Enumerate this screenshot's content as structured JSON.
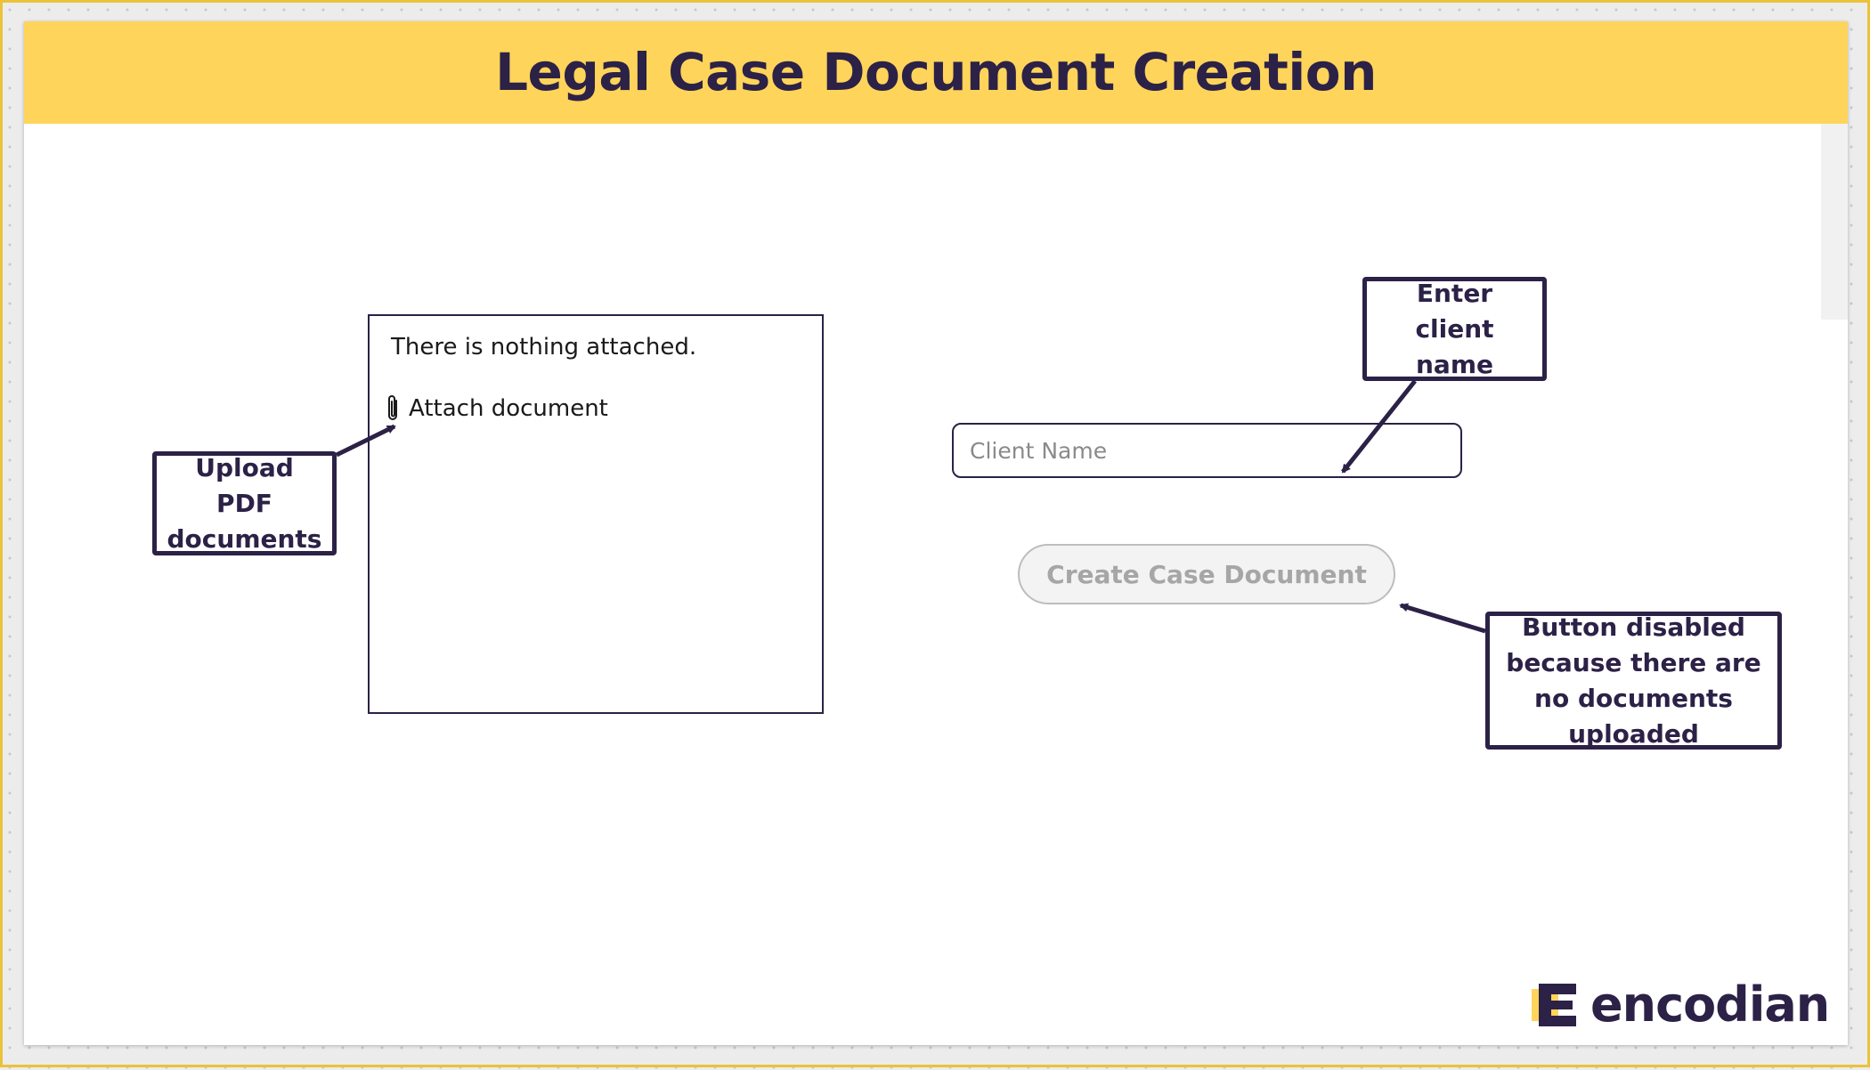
{
  "header": {
    "title": "Legal Case Document Creation"
  },
  "attachments": {
    "empty_message": "There is nothing attached.",
    "attach_label": "Attach document"
  },
  "client_name": {
    "placeholder": "Client Name",
    "value": ""
  },
  "create_button": {
    "label": "Create Case Document",
    "disabled": true
  },
  "callouts": {
    "upload": "Upload PDF documents",
    "client": "Enter client name",
    "disabled": "Button disabled because there are no documents uploaded"
  },
  "logo": {
    "text": "encodian"
  },
  "colors": {
    "header_bg": "#ffd45a",
    "brand_dark": "#2c2146",
    "brand_yellow": "#ffd45a",
    "disabled_text": "#a6a6a6",
    "disabled_bg": "#f3f3f3"
  },
  "icons": {
    "attach": "paperclip-icon",
    "logo_mark": "encodian-e-logo-icon"
  }
}
